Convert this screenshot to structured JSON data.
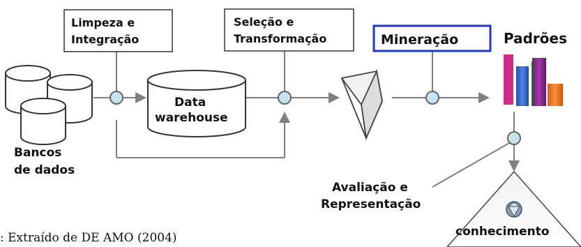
{
  "steps": {
    "cleaning": {
      "line1": "Limpeza e",
      "line2": "Integração"
    },
    "selection": {
      "line1": "Seleção e",
      "line2": "Transformação"
    },
    "mining": {
      "label": "Mineração"
    },
    "evaluation": {
      "line1": "Avaliação e",
      "line2": "Representação"
    }
  },
  "nodes": {
    "databases": {
      "line1": "Bancos",
      "line2": "de dados"
    },
    "warehouse": {
      "line1": "Data",
      "line2": "warehouse"
    },
    "patterns": {
      "label": "Padrões"
    },
    "knowledge": {
      "label": "conhecimento"
    }
  },
  "caption": ": Extraído de DE AMO (2004)",
  "colors": {
    "mining_border": "#2233cc",
    "bar_blue": "#3a6fd1",
    "bar_green": "#35c13a",
    "bar_purple": "#8a2c8f",
    "bar_orange": "#ee7a1c",
    "connector_fill": "#c7e3ef"
  }
}
